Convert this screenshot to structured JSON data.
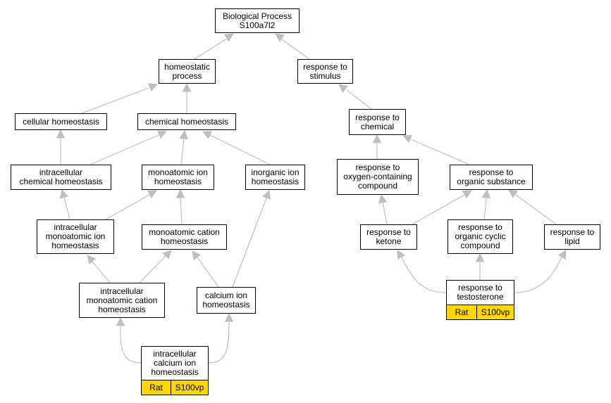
{
  "diagram": {
    "nodes": {
      "bp": "Biological Process\nS100a7l2",
      "homeostatic_process": "homeostatic\nprocess",
      "response_to_stimulus": "response to\nstimulus",
      "cellular_homeostasis": "cellular homeostasis",
      "chemical_homeostasis": "chemical homeostasis",
      "response_to_chemical": "response to\nchemical",
      "intracellular_chemical_homeostasis": "intracellular\nchemical homeostasis",
      "monoatomic_ion_homeostasis": "monoatomic ion\nhomeostasis",
      "inorganic_ion_homeostasis": "inorganic ion\nhomeostasis",
      "response_to_oxygen_containing_compound": "response to\noxygen-containing\ncompound",
      "response_to_organic_substance": "response to\norganic substance",
      "intracellular_monoatomic_ion_homeostasis": "intracellular\nmonoatomic ion\nhomeostasis",
      "monoatomic_cation_homeostasis": "monoatomic cation\nhomeostasis",
      "response_to_ketone": "response to\nketone",
      "response_to_organic_cyclic_compound": "response to\norganic cyclic\ncompound",
      "response_to_lipid": "response to\nlipid",
      "intracellular_monoatomic_cation_homeostasis": "intracellular\nmonoatomic cation\nhomeostasis",
      "calcium_ion_homeostasis": "calcium ion\nhomeostasis",
      "response_to_testosterone": "response to\ntestosterone",
      "intracellular_calcium_ion_homeostasis": "intracellular\ncalcium ion\nhomeostasis"
    },
    "annotations": {
      "testosterone_species": "Rat",
      "testosterone_gene": "S100vp",
      "calcium_species": "Rat",
      "calcium_gene": "S100vp"
    },
    "edges": [
      [
        "homeostatic_process",
        "bp"
      ],
      [
        "response_to_stimulus",
        "bp"
      ],
      [
        "cellular_homeostasis",
        "homeostatic_process"
      ],
      [
        "chemical_homeostasis",
        "homeostatic_process"
      ],
      [
        "response_to_chemical",
        "response_to_stimulus"
      ],
      [
        "intracellular_chemical_homeostasis",
        "cellular_homeostasis"
      ],
      [
        "intracellular_chemical_homeostasis",
        "chemical_homeostasis"
      ],
      [
        "monoatomic_ion_homeostasis",
        "chemical_homeostasis"
      ],
      [
        "inorganic_ion_homeostasis",
        "chemical_homeostasis"
      ],
      [
        "response_to_oxygen_containing_compound",
        "response_to_chemical"
      ],
      [
        "response_to_organic_substance",
        "response_to_chemical"
      ],
      [
        "intracellular_monoatomic_ion_homeostasis",
        "intracellular_chemical_homeostasis"
      ],
      [
        "intracellular_monoatomic_ion_homeostasis",
        "monoatomic_ion_homeostasis"
      ],
      [
        "monoatomic_cation_homeostasis",
        "monoatomic_ion_homeostasis"
      ],
      [
        "response_to_ketone",
        "response_to_oxygen_containing_compound"
      ],
      [
        "response_to_ketone",
        "response_to_organic_substance"
      ],
      [
        "response_to_organic_cyclic_compound",
        "response_to_organic_substance"
      ],
      [
        "response_to_lipid",
        "response_to_organic_substance"
      ],
      [
        "intracellular_monoatomic_cation_homeostasis",
        "intracellular_monoatomic_ion_homeostasis"
      ],
      [
        "intracellular_monoatomic_cation_homeostasis",
        "monoatomic_cation_homeostasis"
      ],
      [
        "calcium_ion_homeostasis",
        "monoatomic_cation_homeostasis"
      ],
      [
        "calcium_ion_homeostasis",
        "inorganic_ion_homeostasis"
      ],
      [
        "response_to_testosterone",
        "response_to_ketone"
      ],
      [
        "response_to_testosterone",
        "response_to_organic_cyclic_compound"
      ],
      [
        "response_to_testosterone",
        "response_to_lipid"
      ],
      [
        "intracellular_calcium_ion_homeostasis",
        "intracellular_monoatomic_cation_homeostasis"
      ],
      [
        "intracellular_calcium_ion_homeostasis",
        "calcium_ion_homeostasis"
      ]
    ],
    "colors": {
      "edge": "#bfbfbf",
      "annotation_fill": "#ffd700",
      "node_border": "#000000"
    }
  }
}
